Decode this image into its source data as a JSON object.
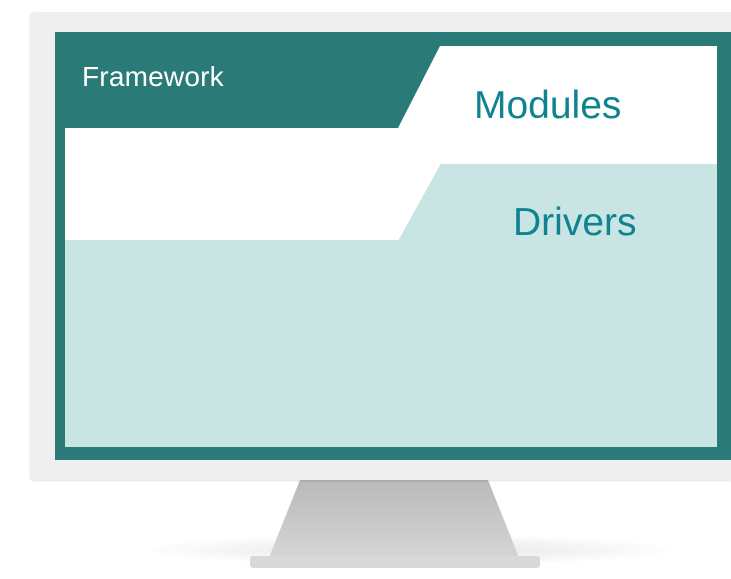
{
  "diagram": {
    "layers": [
      {
        "id": "framework",
        "label": "Framework"
      },
      {
        "id": "modules",
        "label": "Modules"
      },
      {
        "id": "drivers",
        "label": "Drivers"
      }
    ]
  },
  "colors": {
    "frame_teal": "#2a7a78",
    "screen_white": "#ffffff",
    "drivers_fill": "#c9e5e3",
    "label_teal": "#0f8490",
    "bezel_grey": "#efefef",
    "stand_grey": "#c4c4c4"
  },
  "icons": {
    "device": "desktop-monitor-icon"
  }
}
